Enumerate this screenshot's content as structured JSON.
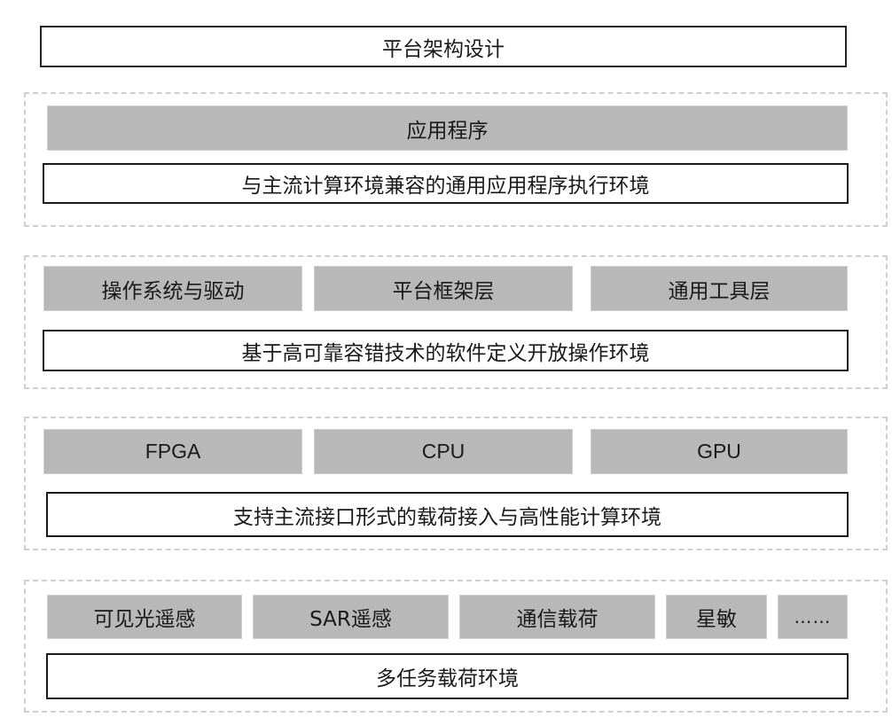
{
  "title": "平台架构设计",
  "colors": {
    "module_fill": "#b8b8b9",
    "env_border": "#1a1a1a",
    "dashed_border": "#cfcfcf",
    "background": "#ffffff"
  },
  "layers": [
    {
      "name": "application-layer",
      "modules": [
        "应用程序"
      ],
      "environment": "与主流计算环境兼容的通用应用程序执行环境"
    },
    {
      "name": "software-layer",
      "modules": [
        "操作系统与驱动",
        "平台框架层",
        "通用工具层"
      ],
      "environment": "基于高可靠容错技术的软件定义开放操作环境"
    },
    {
      "name": "hardware-layer",
      "modules": [
        "FPGA",
        "CPU",
        "GPU"
      ],
      "environment": "支持主流接口形式的载荷接入与高性能计算环境"
    },
    {
      "name": "payload-layer",
      "modules": [
        "可见光遥感",
        "SAR遥感",
        "通信载荷",
        "星敏",
        "……"
      ],
      "environment": "多任务载荷环境"
    }
  ]
}
